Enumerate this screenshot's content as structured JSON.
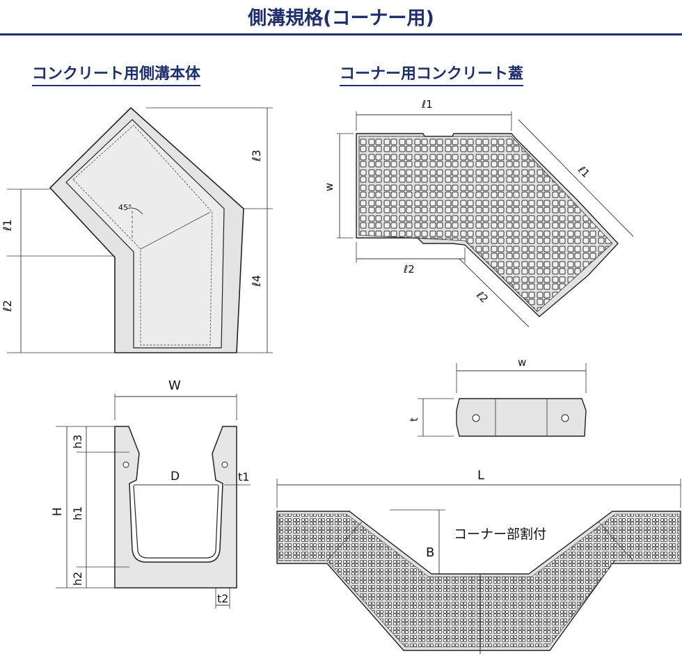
{
  "title": "側溝規格(コーナー用)",
  "left_section": {
    "heading": "コンクリート用側溝本体",
    "plan_labels": {
      "l1": "ℓ1",
      "l2": "ℓ2",
      "l3": "ℓ3",
      "l4": "ℓ4",
      "angle": "45°"
    },
    "section_labels": {
      "W": "W",
      "D": "D",
      "H": "H",
      "h1": "h1",
      "h2": "h2",
      "h3": "h3",
      "t1": "t1",
      "t2": "t2"
    }
  },
  "right_section": {
    "heading": "コーナー用コンクリート蓋",
    "cover_labels": {
      "l1_top": "ℓ1",
      "l1_diag": "ℓ1",
      "l2_bottom": "ℓ2",
      "l2_diag": "ℓ2",
      "w": "w"
    },
    "cover_section_labels": {
      "w": "w",
      "t": "t"
    },
    "installed_labels": {
      "L": "L",
      "B": "B",
      "caption": "コーナー部割付"
    }
  },
  "colors": {
    "heading": "#1f2e6e",
    "line": "#222222",
    "fill": "#e6e6e6",
    "accent_fill": "#dcdcdc"
  }
}
